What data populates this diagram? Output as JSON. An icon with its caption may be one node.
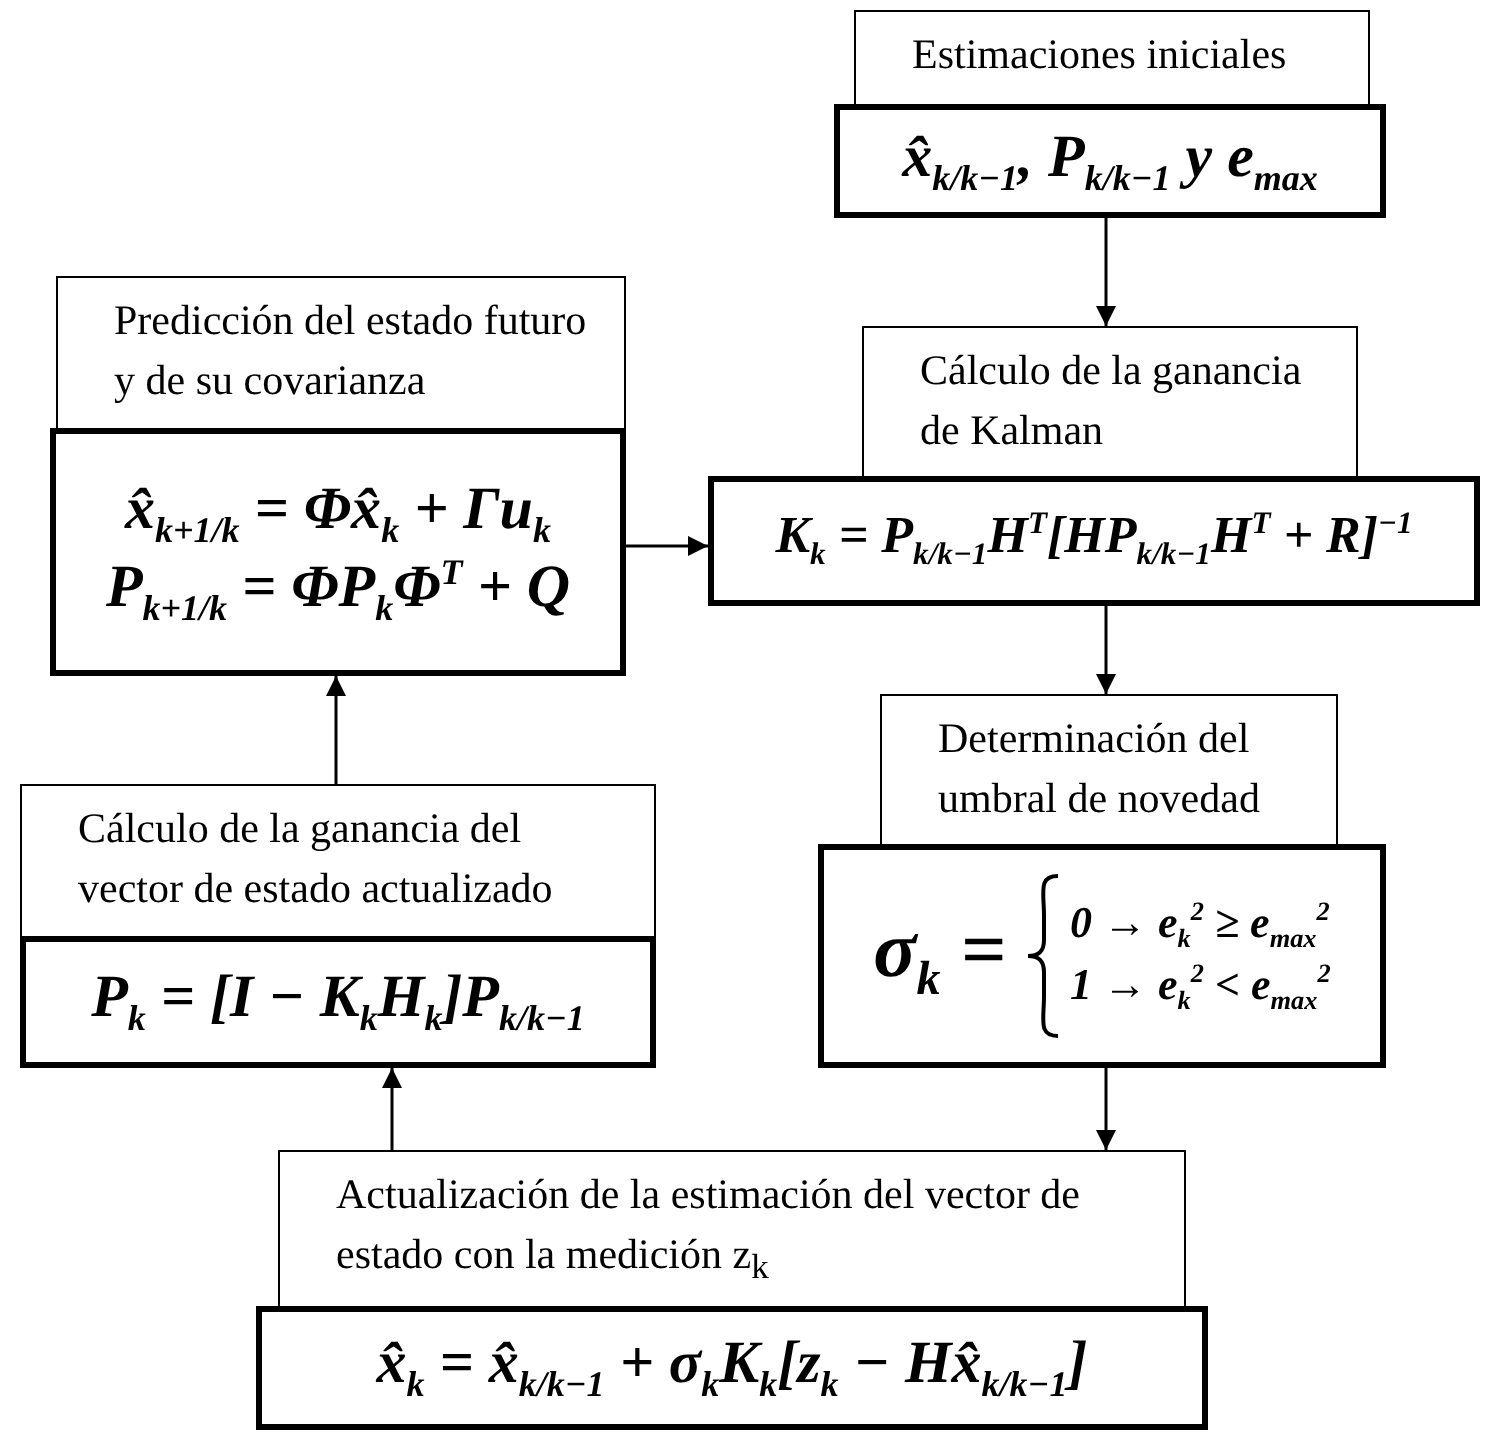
{
  "diagram": {
    "nodes": [
      {
        "text": [
          "Estimaciones iniciales"
        ]
      },
      {
        "text": [
          "x̂$_{k/k−1}$, P$_{k/k−1}$ y e$_{max}$"
        ]
      },
      {
        "text": [
          "Predicción del estado futuro y de su covarianza"
        ]
      },
      {
        "text": [
          "x̂$_{k+1/k}$ = Φx̂$_{k}$ + Γu$_{k}$",
          "P$_{k+1/k}$ = ΦP$_{k}$Φ$^{T}$ + Q"
        ]
      },
      {
        "text": [
          "Cálculo de la ganancia de Kalman"
        ]
      },
      {
        "text": [
          "K$_{k}$ = P$_{k/k−1}$H$^{T}$[HP$_{k/k−1}$H$^{T}$ + R]$^{−1}$"
        ]
      },
      {
        "text": [
          "Determinación del umbral de novedad"
        ]
      },
      {
        "text": [
          "σ$_{k}$ =",
          "0 → e$_{k}$$^{2}$ ≥ e$_{max}$$^{2}$",
          "1 → e$_{k}$$^{2}$ < e$_{max}$$^{2}$"
        ]
      },
      {
        "text": [
          "Cálculo de la ganancia del vector de estado actualizado"
        ]
      },
      {
        "text": [
          "P$_{k}$ = [I − K$_{k}$H$_{k}$]P$_{k/k−1}$"
        ]
      },
      {
        "text": [
          "Actualización de la estimación del vector de estado con la medición z$_{k}$"
        ]
      },
      {
        "text": [
          "x̂$_{k}$ = x̂$_{k/k−1}$ + σ$_{k}$K$_{k}$[z$_{k}$ − Hx̂$_{k/k−1}$]"
        ]
      }
    ],
    "edges": [
      {
        "from": 1,
        "to": 4,
        "arrow": "to"
      },
      {
        "from": 3,
        "to": 5,
        "arrow": "to"
      },
      {
        "from": 5,
        "to": 6,
        "arrow": "to"
      },
      {
        "from": 7,
        "to": 10,
        "arrow": "to"
      },
      {
        "from": 10,
        "to": 9,
        "arrow": "to"
      },
      {
        "from": 8,
        "to": 3,
        "arrow": "to"
      }
    ]
  }
}
